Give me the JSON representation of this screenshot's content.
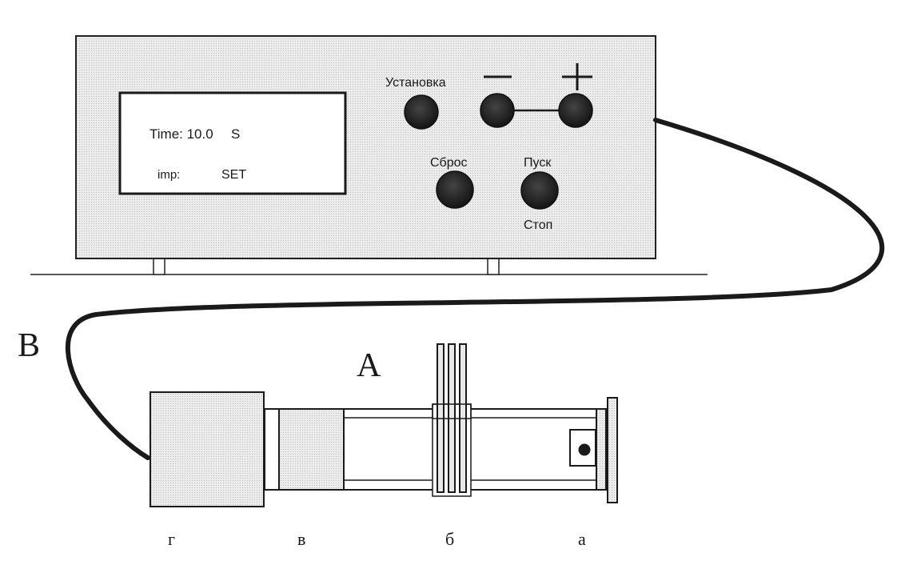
{
  "display": {
    "time_label": "Time: 10.0",
    "time_unit": "S",
    "imp_label": "imp:",
    "status": "SET"
  },
  "controls": {
    "setup_label": "Установка",
    "minus_label": "−",
    "plus_label": "+",
    "reset_label": "Сброс",
    "start_label": "Пуск",
    "stop_label": "Стоп"
  },
  "labels": {
    "B": "B",
    "A": "A",
    "g": "г",
    "v": "в",
    "b": "б",
    "a": "а"
  },
  "colors": {
    "panel_fill": "#e4e4e4",
    "button_fill": "#1e1e1e",
    "line": "#1a1a1a",
    "block_fill": "#e0e0e0"
  }
}
